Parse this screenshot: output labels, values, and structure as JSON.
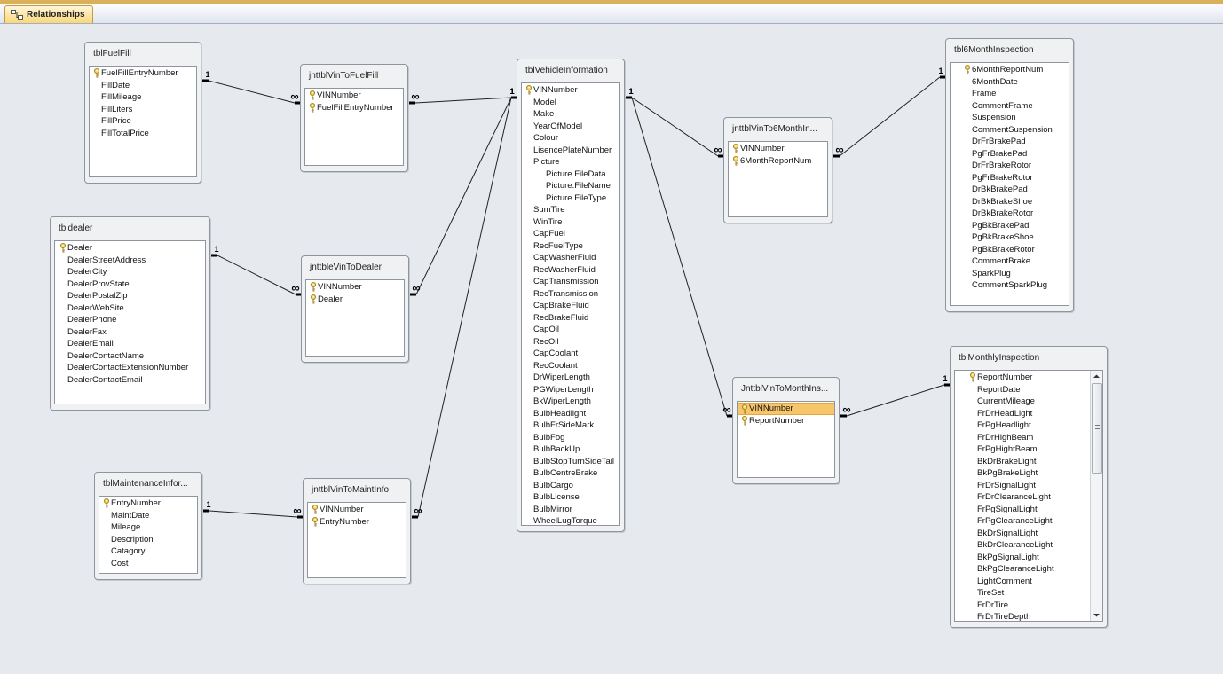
{
  "tab": {
    "label": "Relationships"
  },
  "colors": {
    "selected_field": "#f8c66a",
    "tab": "#f9d77a"
  },
  "tables": {
    "fuelfill": {
      "title": "tblFuelFill",
      "fields": [
        {
          "name": "FuelFillEntryNumber",
          "key": true
        },
        {
          "name": "FillDate"
        },
        {
          "name": "FillMileage"
        },
        {
          "name": "FillLiters"
        },
        {
          "name": "FillPrice"
        },
        {
          "name": "FillTotalPrice"
        }
      ]
    },
    "vintofuelfill": {
      "title": "jnttblVinToFuelFill",
      "fields": [
        {
          "name": "VINNumber",
          "key": true
        },
        {
          "name": "FuelFillEntryNumber",
          "key": true
        }
      ]
    },
    "dealer": {
      "title": "tbldealer",
      "fields": [
        {
          "name": "Dealer",
          "key": true
        },
        {
          "name": "DealerStreetAddress"
        },
        {
          "name": "DealerCity"
        },
        {
          "name": "DealerProvState"
        },
        {
          "name": "DealerPostalZip"
        },
        {
          "name": "DealerWebSite"
        },
        {
          "name": "DealerPhone"
        },
        {
          "name": "DealerFax"
        },
        {
          "name": "DealerEmail"
        },
        {
          "name": "DealerContactName"
        },
        {
          "name": "DealerContactExtensionNumber"
        },
        {
          "name": "DealerContactEmail"
        }
      ]
    },
    "vintodealer": {
      "title": "jnttbleVinToDealer",
      "fields": [
        {
          "name": "VINNumber",
          "key": true
        },
        {
          "name": "Dealer",
          "key": true
        }
      ]
    },
    "maintenance": {
      "title": "tblMaintenanceInfor...",
      "fields": [
        {
          "name": "EntryNumber",
          "key": true
        },
        {
          "name": "MaintDate"
        },
        {
          "name": "Mileage"
        },
        {
          "name": "Description"
        },
        {
          "name": "Catagory"
        },
        {
          "name": "Cost"
        }
      ]
    },
    "vintomaintinfo": {
      "title": "jnttblVinToMaintInfo",
      "fields": [
        {
          "name": "VINNumber",
          "key": true
        },
        {
          "name": "EntryNumber",
          "key": true
        }
      ]
    },
    "vehicle": {
      "title": "tblVehicleInformation",
      "fields": [
        {
          "name": "VINNumber",
          "key": true
        },
        {
          "name": "Model"
        },
        {
          "name": "Make"
        },
        {
          "name": "YearOfModel"
        },
        {
          "name": "Colour"
        },
        {
          "name": "LisencePlateNumber"
        },
        {
          "name": "Picture",
          "expander": true
        },
        {
          "name": "Picture.FileData",
          "sub": true
        },
        {
          "name": "Picture.FileName",
          "sub": true
        },
        {
          "name": "Picture.FileType",
          "sub": true
        },
        {
          "name": "SumTire"
        },
        {
          "name": "WinTire"
        },
        {
          "name": "CapFuel"
        },
        {
          "name": "RecFuelType"
        },
        {
          "name": "CapWasherFluid"
        },
        {
          "name": "RecWasherFluid"
        },
        {
          "name": "CapTransmission"
        },
        {
          "name": "RecTransmission"
        },
        {
          "name": "CapBrakeFluid"
        },
        {
          "name": "RecBrakeFluid"
        },
        {
          "name": "CapOil"
        },
        {
          "name": "RecOil"
        },
        {
          "name": "CapCoolant"
        },
        {
          "name": "RecCoolant"
        },
        {
          "name": "DrWiperLength"
        },
        {
          "name": "PGWiperLength"
        },
        {
          "name": "BkWiperLength"
        },
        {
          "name": "BulbHeadlight"
        },
        {
          "name": "BulbFrSideMark"
        },
        {
          "name": "BulbFog"
        },
        {
          "name": "BulbBackUp"
        },
        {
          "name": "BulbStopTurnSideTail"
        },
        {
          "name": "BulbCentreBrake"
        },
        {
          "name": "BulbCargo"
        },
        {
          "name": "BulbLicense"
        },
        {
          "name": "BulbMirror"
        },
        {
          "name": "WheelLugTorque"
        }
      ]
    },
    "vinto6month": {
      "title": "jnttblVinTo6MonthIn...",
      "fields": [
        {
          "name": "VINNumber",
          "key": true
        },
        {
          "name": "6MonthReportNum",
          "key": true
        }
      ]
    },
    "sixmonth": {
      "title": "tbl6MonthInspection",
      "fields": [
        {
          "name": "6MonthReportNum",
          "key": true
        },
        {
          "name": "6MonthDate"
        },
        {
          "name": "Frame"
        },
        {
          "name": "CommentFrame"
        },
        {
          "name": "Suspension"
        },
        {
          "name": "CommentSuspension"
        },
        {
          "name": "DrFrBrakePad"
        },
        {
          "name": "PgFrBrakePad"
        },
        {
          "name": "DrFrBrakeRotor"
        },
        {
          "name": "PgFrBrakeRotor"
        },
        {
          "name": "DrBkBrakePad"
        },
        {
          "name": "DrBkBrakeShoe"
        },
        {
          "name": "DrBkBrakeRotor"
        },
        {
          "name": "PgBkBrakePad"
        },
        {
          "name": "PgBkBrakeShoe"
        },
        {
          "name": "PgBkBrakeRotor"
        },
        {
          "name": "CommentBrake"
        },
        {
          "name": "SparkPlug"
        },
        {
          "name": "CommentSparkPlug"
        }
      ]
    },
    "vintomonthly": {
      "title": "JnttblVinToMonthIns...",
      "fields": [
        {
          "name": "VINNumber",
          "key": true,
          "selected": true
        },
        {
          "name": "ReportNumber",
          "key": true
        }
      ]
    },
    "monthly": {
      "title": "tblMonthlyInspection",
      "scrollbar": true,
      "fields": [
        {
          "name": "ReportNumber",
          "key": true
        },
        {
          "name": "ReportDate"
        },
        {
          "name": "CurrentMileage"
        },
        {
          "name": "FrDrHeadLight"
        },
        {
          "name": "FrPgHeadlight"
        },
        {
          "name": "FrDrHighBeam"
        },
        {
          "name": "FrPgHightBeam"
        },
        {
          "name": "BkDrBrakeLight"
        },
        {
          "name": "BkPgBrakeLight"
        },
        {
          "name": "FrDrSignalLight"
        },
        {
          "name": "FrDrClearanceLight"
        },
        {
          "name": "FrPgSignalLight"
        },
        {
          "name": "FrPgClearanceLight"
        },
        {
          "name": "BkDrSignalLight"
        },
        {
          "name": "BkDrClearanceLight"
        },
        {
          "name": "BkPgSignalLight"
        },
        {
          "name": "BkPgClearanceLight"
        },
        {
          "name": "LightComment"
        },
        {
          "name": "TireSet"
        },
        {
          "name": "FrDrTire"
        },
        {
          "name": "FrDrTireDepth"
        }
      ]
    }
  },
  "relationships": [
    {
      "from": "fuelfill",
      "to": "vintofuelfill",
      "one": "1",
      "many": "∞"
    },
    {
      "from": "dealer",
      "to": "vintodealer",
      "one": "1",
      "many": "∞"
    },
    {
      "from": "maintenance",
      "to": "vintomaintinfo",
      "one": "1",
      "many": "∞"
    },
    {
      "from": "vehicle",
      "to": "vintofuelfill",
      "one": "1",
      "many": "∞"
    },
    {
      "from": "vehicle",
      "to": "vintodealer",
      "one": "1",
      "many": "∞"
    },
    {
      "from": "vehicle",
      "to": "vintomaintinfo",
      "one": "1",
      "many": "∞"
    },
    {
      "from": "vehicle",
      "to": "vinto6month",
      "one": "1",
      "many": "∞"
    },
    {
      "from": "vehicle",
      "to": "vintomonthly",
      "one": "1",
      "many": "∞"
    },
    {
      "from": "sixmonth",
      "to": "vinto6month",
      "one": "1",
      "many": "∞"
    },
    {
      "from": "monthly",
      "to": "vintomonthly",
      "one": "1",
      "many": "∞"
    }
  ]
}
